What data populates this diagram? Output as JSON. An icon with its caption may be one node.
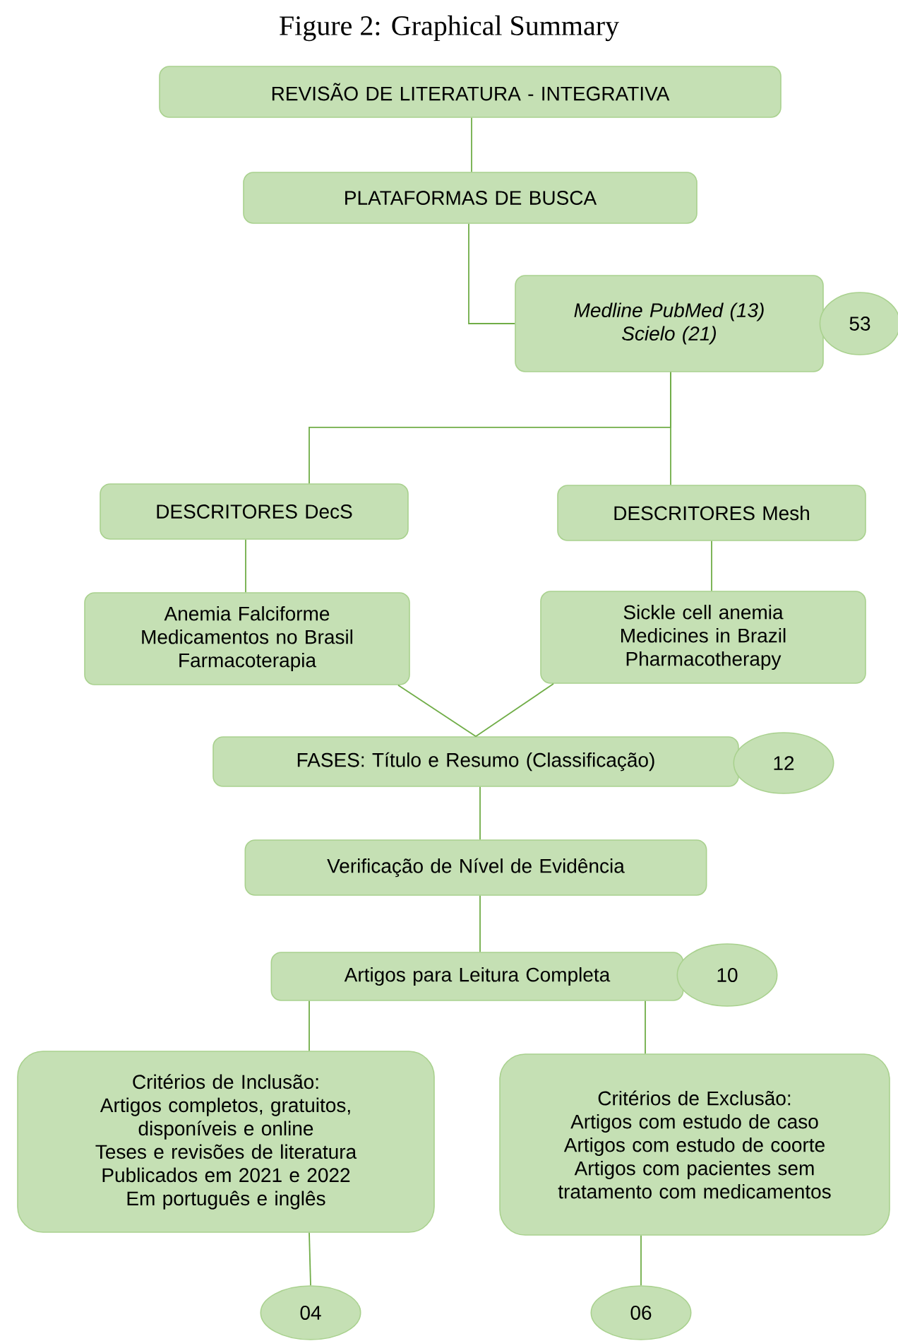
{
  "diagram": {
    "title": "Figure 2: Graphical Summary",
    "nodes": [
      {
        "text": [
          "REVISÃO DE LITERATURA - INTEGRATIVA"
        ]
      },
      {
        "text": [
          "PLATAFORMAS DE BUSCA"
        ]
      },
      {
        "text": [
          "Medline PubMed (13)",
          "Scielo (21)"
        ]
      },
      {
        "text": [
          "53"
        ]
      },
      {
        "text": [
          "DESCRITORES DecS"
        ]
      },
      {
        "text": [
          "DESCRITORES Mesh"
        ]
      },
      {
        "text": [
          "Anemia Falciforme",
          "Medicamentos no Brasil",
          "Farmacoterapia"
        ]
      },
      {
        "text": [
          "Sickle cell anemia",
          "Medicines in Brazil",
          "Pharmacotherapy"
        ]
      },
      {
        "text": [
          "FASES: Título e Resumo (Classificação)"
        ]
      },
      {
        "text": [
          "12"
        ]
      },
      {
        "text": [
          "Verificação de Nível de Evidência"
        ]
      },
      {
        "text": [
          "Artigos para Leitura Completa"
        ]
      },
      {
        "text": [
          "10"
        ]
      },
      {
        "text": [
          "Critérios de Inclusão:",
          "Artigos completos, gratuitos, disponíveis e online",
          "Teses e revisões de literatura",
          "Publicados em 2021 e 2022",
          "Em português e inglês"
        ]
      },
      {
        "text": [
          "Critérios de Exclusão:",
          "Artigos com estudo de caso",
          "Artigos com estudo de coorte",
          "Artigos com pacientes sem tratamento com medicamentos"
        ]
      },
      {
        "text": [
          "04"
        ]
      },
      {
        "text": [
          "06"
        ]
      }
    ],
    "edges": [
      {
        "from": 0,
        "to": 1,
        "arrow": "none"
      },
      {
        "from": 1,
        "to": 2,
        "arrow": "none"
      },
      {
        "from": 2,
        "to": 4,
        "arrow": "none"
      },
      {
        "from": 2,
        "to": 5,
        "arrow": "none"
      },
      {
        "from": 4,
        "to": 6,
        "arrow": "none"
      },
      {
        "from": 5,
        "to": 7,
        "arrow": "none"
      },
      {
        "from": 6,
        "to": 8,
        "arrow": "none"
      },
      {
        "from": 7,
        "to": 8,
        "arrow": "none"
      },
      {
        "from": 8,
        "to": 10,
        "arrow": "none"
      },
      {
        "from": 10,
        "to": 11,
        "arrow": "none"
      },
      {
        "from": 11,
        "to": 13,
        "arrow": "none"
      },
      {
        "from": 11,
        "to": 14,
        "arrow": "none"
      },
      {
        "from": 13,
        "to": 15,
        "arrow": "none"
      },
      {
        "from": 14,
        "to": 16,
        "arrow": "none"
      }
    ]
  }
}
